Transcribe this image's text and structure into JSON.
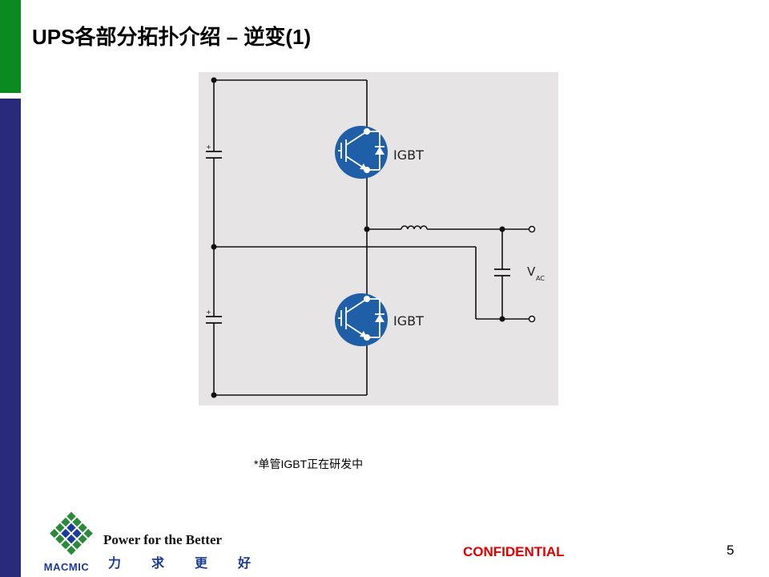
{
  "slide": {
    "title": "UPS各部分拓扑介绍 – 逆变(1)",
    "note": "*单管IGBT正在研发中",
    "page_number": "5",
    "confidential": "CONFIDENTIAL"
  },
  "diagram": {
    "upper_switch_label": "IGBT",
    "lower_switch_label": "IGBT",
    "output_label_main": "V",
    "output_label_sub": "AC",
    "cap_polarity": "+"
  },
  "branding": {
    "logo_text": "MACMIC",
    "slogan_en": "Power for the Better",
    "slogan_cn": "力求更好"
  },
  "colors": {
    "accent_green": "#0b8a1f",
    "accent_navy": "#2a2a7c",
    "igbt_blue": "#1f5fa8",
    "diagram_bg": "#e6e4e4",
    "confidential_red": "#e00000"
  }
}
